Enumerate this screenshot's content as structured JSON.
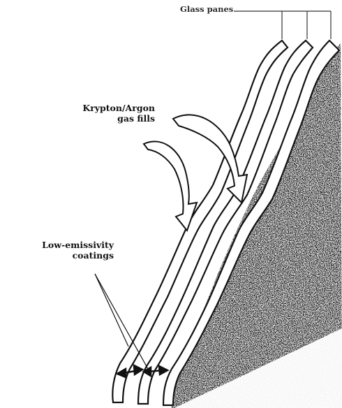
{
  "labels": {
    "glass_panes": "Glass panes",
    "gas_fills": [
      "Krypton/Argon",
      "gas fills"
    ],
    "low_e": [
      "Low-emissivity",
      "coatings"
    ]
  },
  "colors": {
    "ink": "#111111",
    "paper": "#ffffff",
    "shadow": "#1a1a1a"
  }
}
